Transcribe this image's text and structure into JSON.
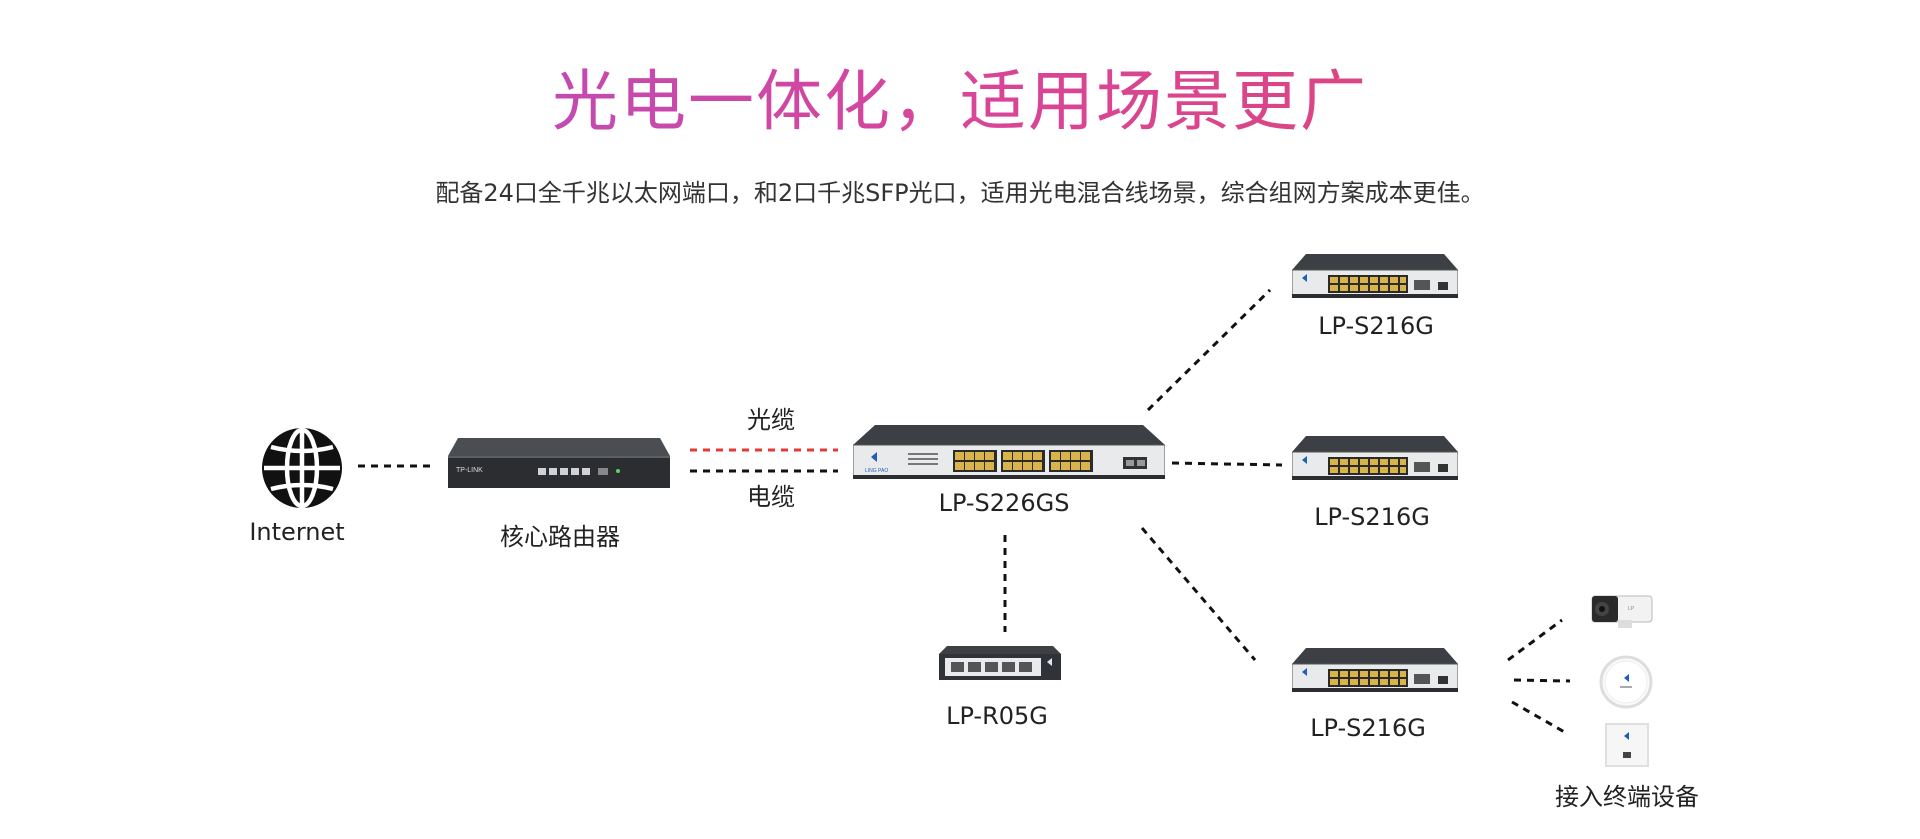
{
  "header": {
    "title": "光电一体化，适用场景更广",
    "subtitle": "配备24口全千兆以太网端口，和2口千兆SFP光口，适用光电混合线场景，综合组网方案成本更佳。"
  },
  "nodes": {
    "internet": {
      "label": "Internet"
    },
    "router": {
      "label": "核心路由器",
      "brand": "TP-LINK"
    },
    "core_switch": {
      "label": "LP-S226GS"
    },
    "switch_top": {
      "label": "LP-S216G"
    },
    "switch_mid": {
      "label": "LP-S216G"
    },
    "switch_bottom": {
      "label": "LP-S216G"
    },
    "router_small": {
      "label": "LP-R05G"
    },
    "terminals": {
      "label": "接入终端设备"
    }
  },
  "links": {
    "fiber": {
      "label": "光缆",
      "color": "#e53935"
    },
    "cable": {
      "label": "电缆",
      "color": "#111111"
    }
  },
  "colors": {
    "title_gradient": [
      "#a552d1",
      "#e04664"
    ],
    "device_dark": "#3a3d42",
    "port_yellow": "#d9b44a"
  }
}
